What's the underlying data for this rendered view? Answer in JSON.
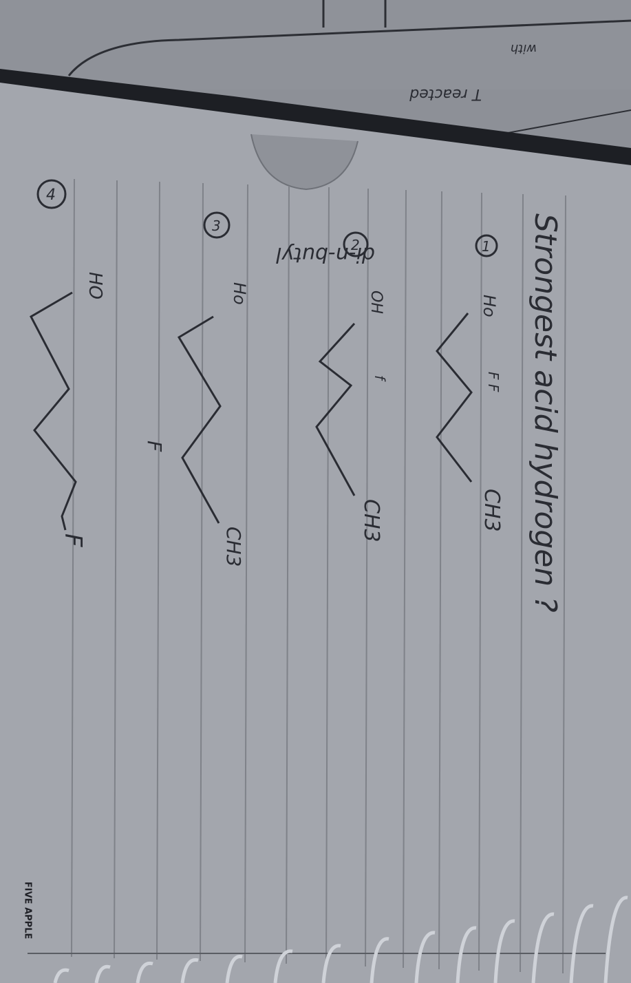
{
  "question": "Strongest acid hydrogen ?",
  "top_scribble": "di-n-butyl",
  "top_note_1": "T reacted",
  "top_note_2": "with",
  "options": [
    {
      "number": "1",
      "oh_label": "Ho",
      "sub_label": "F F",
      "end_label": "CH3"
    },
    {
      "number": "2",
      "oh_label": "OH",
      "sub_label": "f",
      "end_label": "CH3"
    },
    {
      "number": "3",
      "oh_label": "Ho",
      "sub_label": "F",
      "end_label": "CH3"
    },
    {
      "number": "4",
      "oh_label": "HO",
      "sub_label": "",
      "end_label": "F"
    }
  ],
  "brand": "FIVE APPLE",
  "colors": {
    "paper": "#a3a6ad",
    "ink": "#2a2c33",
    "ruled_line": "#7f8289",
    "binding": "#202227"
  }
}
